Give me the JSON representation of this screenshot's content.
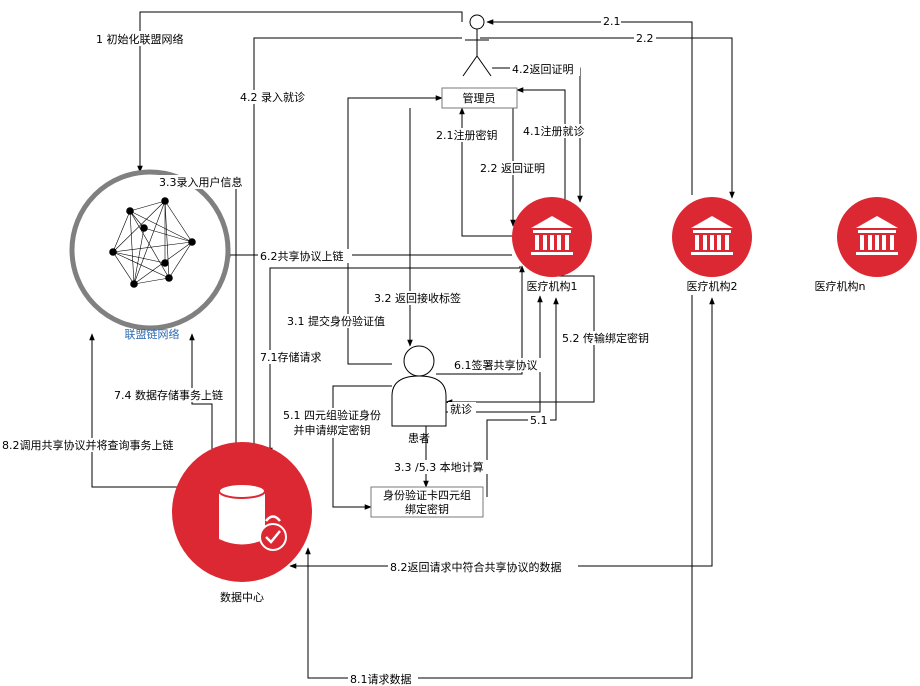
{
  "nodes": {
    "admin_label": "管理员",
    "patient_label": "患者",
    "hospital1_label": "医疗机构1",
    "hospital2_label": "医疗机构2",
    "hospitaln_label": "医疗机构n",
    "blockchain_label": "联盟链网络",
    "datacenter_label": "数据中心",
    "idcard_line1": "身份验证卡四元组",
    "idcard_line2": "绑定密钥"
  },
  "edges": {
    "e_1": "1 初始化联盟网络",
    "e_2_1_top": "2.1",
    "e_2_2_top": "2.2",
    "e_4_2_ret": "4.2返回证明",
    "e_4_2_in": "4.2 录入就诊",
    "e_2_1_reg": "2.1注册密钥",
    "e_4_1": "4.1注册就诊",
    "e_2_2_ret": "2.2 返回证明",
    "e_3_3": "3.3录入用户信息",
    "e_6_2": "6.2共享协议上链",
    "e_3_2": "3.2 返回接收标签",
    "e_3_1": "3.1 提交身份验证值",
    "e_5_2": "5.2 传输绑定密钥",
    "e_7_1": "7.1存储请求",
    "e_6_1": "6.1签署共享协议",
    "e_jiuzhen": "就诊",
    "e_7_4": "7.4 数据存储事务上链",
    "e_5_1_l1": "5.1 四元组验证身份",
    "e_5_1_l2": "并申请绑定密钥",
    "e_5_1_r": "5.1",
    "e_8_2_l": "8.2调用共享协议并将查询事务上链",
    "e_3_3_53": "3.3 /5.3 本地计算",
    "e_8_2_r": "8.2返回请求中符合共享协议的数据",
    "e_8_1": "8.1请求数据"
  },
  "colors": {
    "hospital_red": "#dc2832",
    "ring_gray": "#808080",
    "link_blue": "#2d6bb5",
    "line_black": "#000000"
  }
}
